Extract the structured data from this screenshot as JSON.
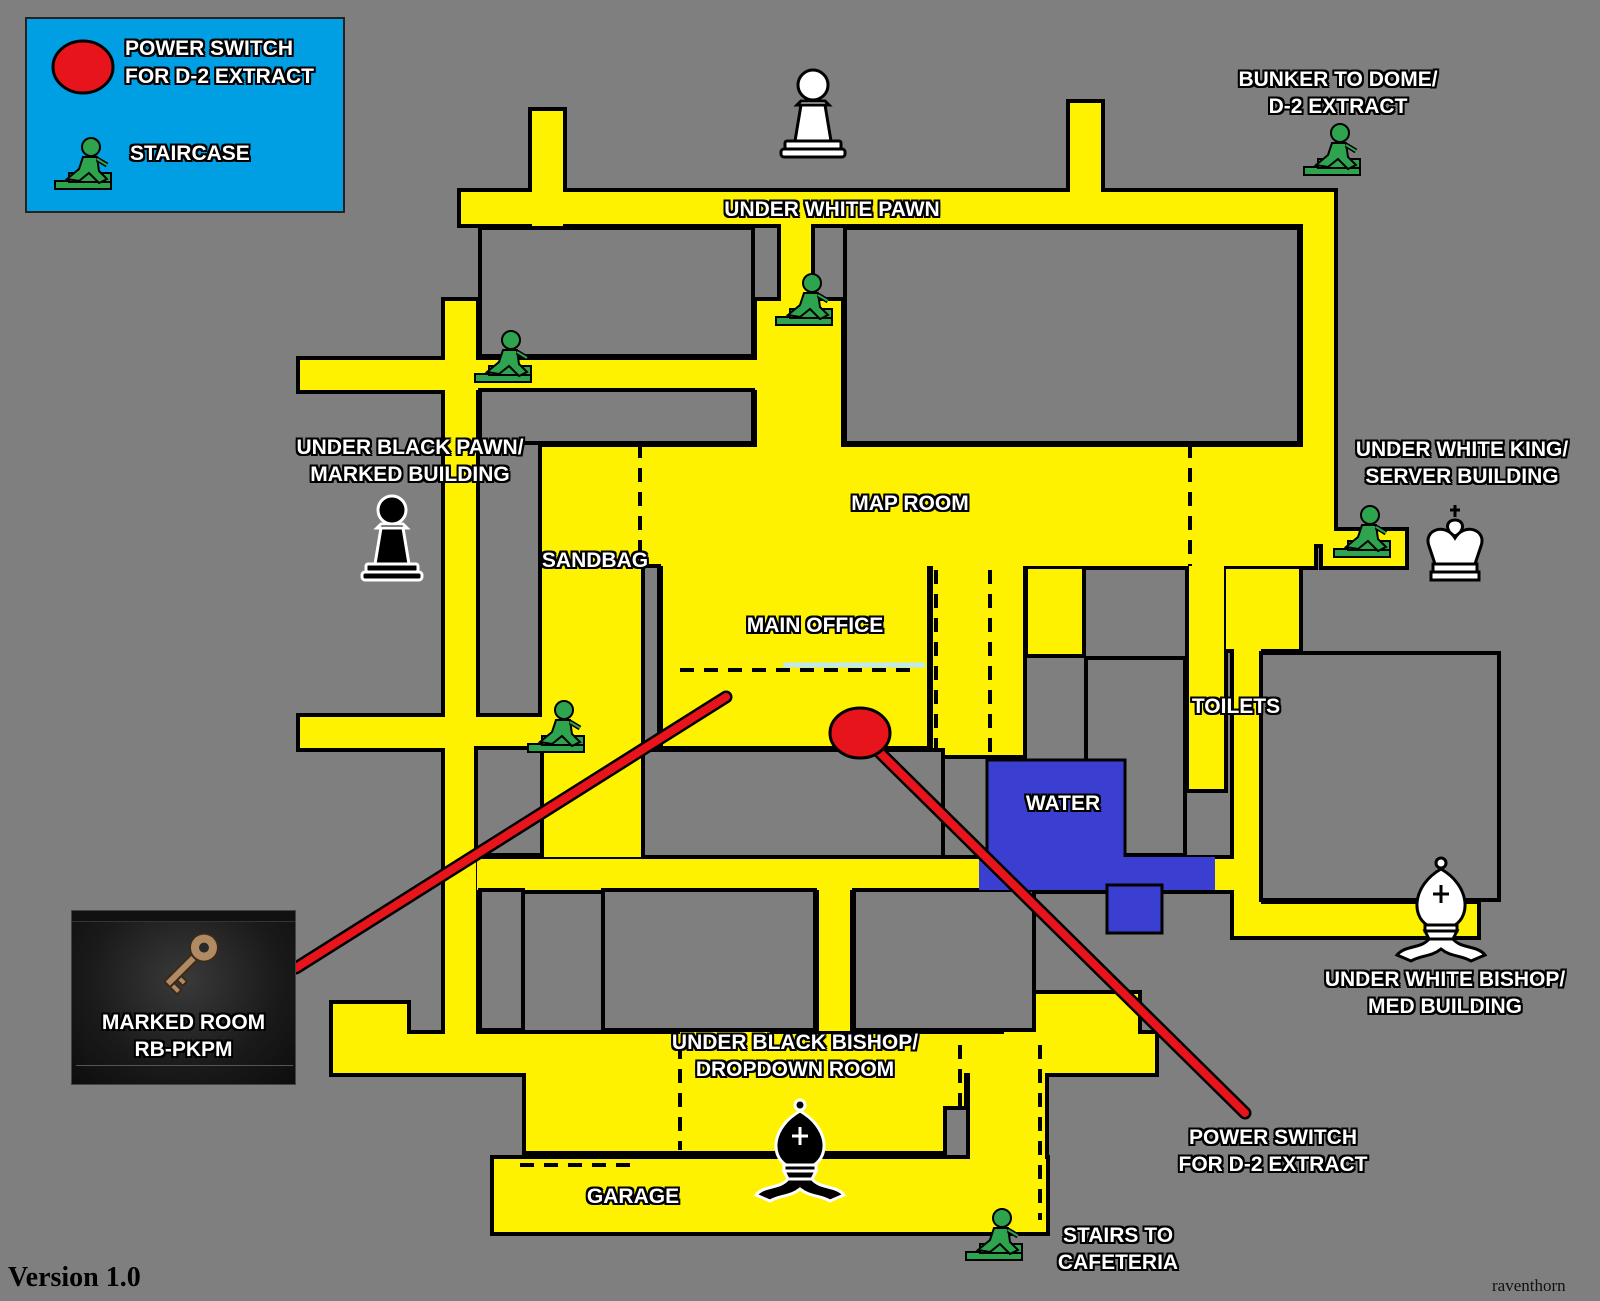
{
  "legend": {
    "power_switch_label": [
      "POWER SWITCH",
      "FOR D-2 EXTRACT"
    ],
    "staircase_label": "STAIRCASE"
  },
  "rooms": {
    "map_room": "MAP ROOM",
    "main_office": "MAIN OFFICE",
    "sandbag": "SANDBAG",
    "toilets": "TOILETS",
    "water": "WATER",
    "garage": "GARAGE",
    "under_white_pawn": "UNDER WHITE PAWN"
  },
  "annotations": {
    "bunker_to_dome": [
      "BUNKER TO DOME/",
      "D-2 EXTRACT"
    ],
    "under_black_pawn": [
      "UNDER BLACK PAWN/",
      "MARKED BUILDING"
    ],
    "under_white_king": [
      "UNDER WHITE KING/",
      "SERVER BUILDING"
    ],
    "under_white_bishop": [
      "UNDER WHITE BISHOP/",
      "MED BUILDING"
    ],
    "under_black_bishop": [
      "UNDER BLACK BISHOP/",
      "DROPDOWN ROOM"
    ],
    "power_switch": [
      "POWER SWITCH",
      "FOR D-2 EXTRACT"
    ],
    "stairs_to_cafeteria": [
      "STAIRS TO",
      "CAFETERIA"
    ]
  },
  "marked_room_key": {
    "title": [
      "MARKED ROOM",
      "RB-PKPM"
    ]
  },
  "footer": {
    "version": "Version 1.0",
    "credit": "raventhorn"
  },
  "colors": {
    "background": "#7f7f7f",
    "corridor": "#fff200",
    "water": "#3b3fd1",
    "power_switch": "#e8141b",
    "legend_bg": "#009fe3",
    "staircase": "#2fa44f"
  },
  "icons": {
    "staircase": "staircase-icon",
    "power_switch": "power-switch-marker",
    "white_pawn": "white-pawn-icon",
    "black_pawn": "black-pawn-icon",
    "white_king": "white-king-icon",
    "white_bishop": "white-bishop-icon",
    "black_bishop": "black-bishop-icon",
    "key": "key-icon"
  }
}
